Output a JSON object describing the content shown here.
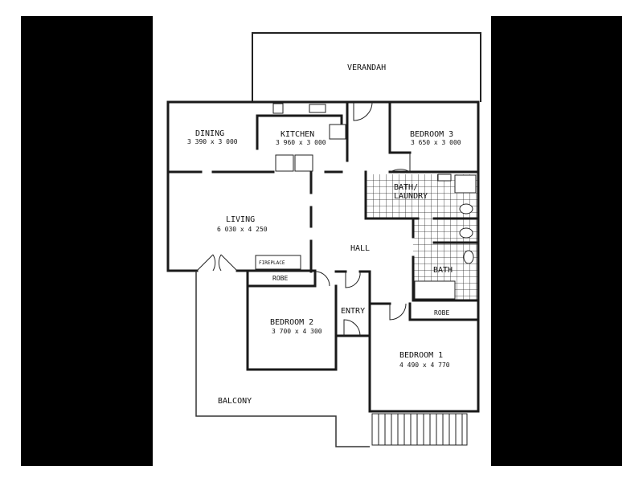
{
  "plan": {
    "verandah": "VERANDAH",
    "dining": {
      "name": "DINING",
      "size": "3 390 x 3 000"
    },
    "kitchen": {
      "name": "KITCHEN",
      "size": "3 960 x 3 000"
    },
    "bedroom3": {
      "name": "BEDROOM 3",
      "size": "3 650 x 3 000"
    },
    "bath_laundry": {
      "line1": "BATH/",
      "line2": "LAUNDRY"
    },
    "living": {
      "name": "LIVING",
      "size": "6 030 x 4 250"
    },
    "hall": "HALL",
    "fireplace": "FIREPLACE",
    "robe_bed2": "ROBE",
    "bath": "BATH",
    "entry": "ENTRY",
    "robe_bed1": "ROBE",
    "bedroom2": {
      "name": "BEDROOM 2",
      "size": "3 700 x 4 300"
    },
    "bedroom1": {
      "name": "BEDROOM 1",
      "size": "4 490 x 4 770"
    },
    "balcony": "BALCONY"
  },
  "colors": {
    "wall": "#1a1a1a",
    "frame": "#000000",
    "paper": "#ffffff"
  }
}
